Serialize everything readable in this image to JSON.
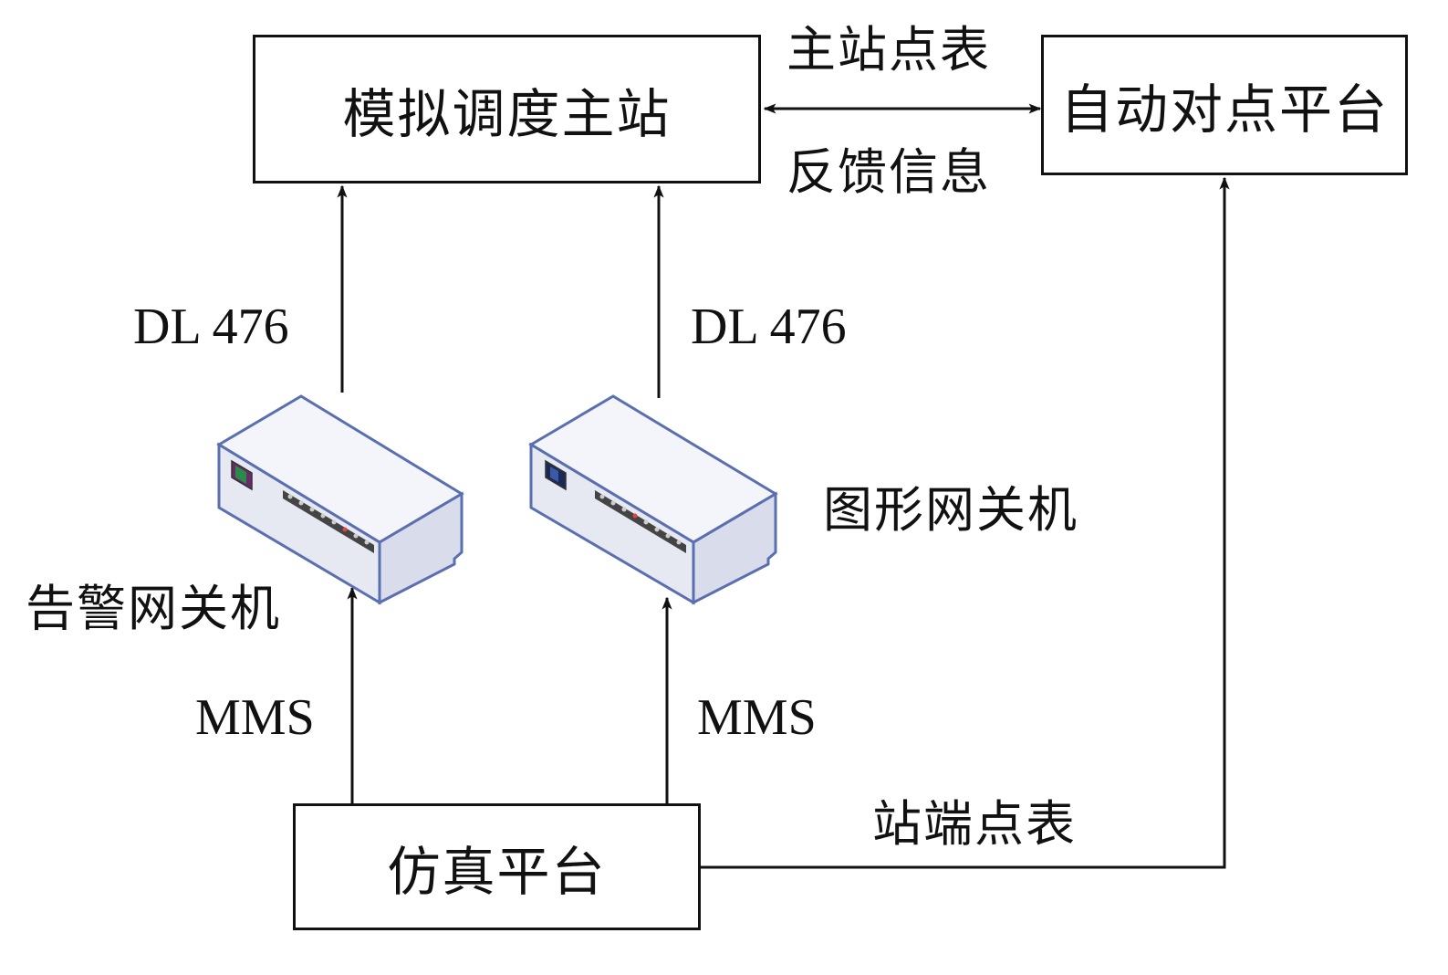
{
  "boxes": {
    "dispatch_master": "模拟调度主站",
    "auto_point_platform": "自动对点平台",
    "simulation_platform": "仿真平台"
  },
  "devices": {
    "alarm_gateway": "告警网关机",
    "graphic_gateway": "图形网关机"
  },
  "links": {
    "master_point_table": "主站点表",
    "feedback_info": "反馈信息",
    "dl476_left": "DL 476",
    "dl476_right": "DL 476",
    "mms_left": "MMS",
    "mms_right": "MMS",
    "station_point_table": "站端点表"
  },
  "colors": {
    "line": "#111111",
    "device_outline": "#5a6fb0",
    "device_face": "#e6e8f2",
    "device_top": "#f4f5fa"
  }
}
